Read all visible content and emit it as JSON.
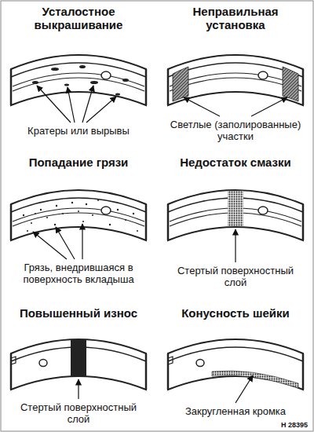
{
  "diagram": {
    "labels": [
      "Усталостное выкрашивание",
      "Неправильная установка",
      "Кратеры или вырывы",
      "Светлые (заполированные) участки",
      "Попадание грязи",
      "Недостаток смазки",
      "Грязь, внедрившаяся в поверхность вкладыша",
      "Стертый поверхностный слой",
      "Повышенный износ",
      "Конусность шейки",
      "Стертый поверхностный слой",
      "Закругленная кромка",
      "H 28395"
    ]
  }
}
